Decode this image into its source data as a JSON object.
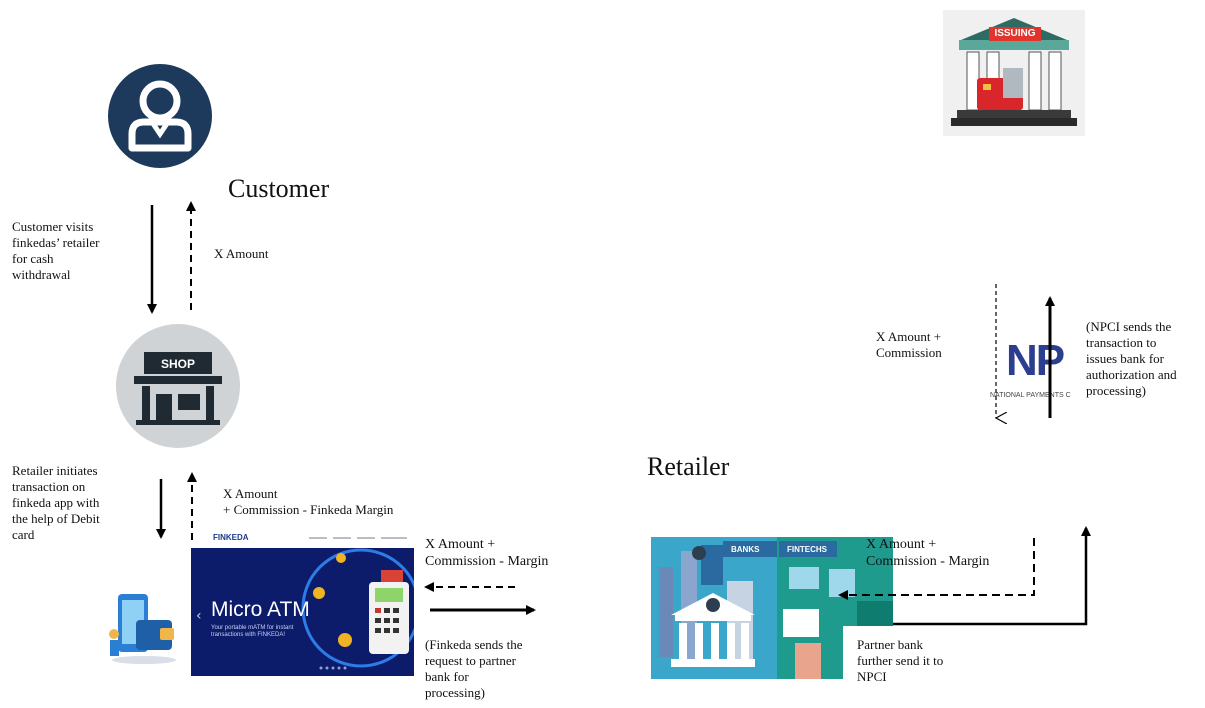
{
  "actors": {
    "customer": "Customer",
    "retailer": "Retailer"
  },
  "notes": {
    "customer_visits": "Customer visits\nfinkedas’ retailer\nfor cash\nwithdrawal",
    "x_amount": "X Amount",
    "retailer_initiates": "Retailer initiates\ntransaction on\nfinkeda app with\nthe help of Debit\ncard",
    "x_amount_finkeda_margin": "X Amount\n+ Commission - Finkeda Margin",
    "x_amount_margin_1": "X Amount +\nCommission - Margin",
    "finkeda_sends": "(Finkeda sends the\nrequest to partner\nbank for\nprocessing)",
    "x_amount_margin_2": "X Amount +\nCommission - Margin",
    "partner_bank": "Partner bank\nfurther send it to\nNPCI",
    "x_amount_commission": "X Amount +\nCommission",
    "npci_sends": "(NPCI sends the\ntransaction to\nissues bank for\nauthorization and\nprocessing)"
  },
  "images": {
    "shop_sign": "SHOP",
    "finkeda_logo": "FINKEDA",
    "finkeda_title": "Micro ATM",
    "finkeda_subtitle": "Your portable mATM for instant transactions with FINKEDA!",
    "banks_label": "BANKS",
    "fintechs_label": "FINTECHS",
    "issuing_label": "ISSUING",
    "npci_letters": "NP",
    "npci_caption": "NATIONAL PAYMENTS C"
  },
  "icons": [
    "customer-avatar-icon",
    "shop-icon",
    "phone-wallet-icon",
    "bank-building-icon",
    "issuing-bank-icon",
    "npci-logo"
  ],
  "colors": {
    "customer_circle": "#1d3a5c",
    "shop_circle": "#cfd3d6",
    "finkeda_bg": "#0d1b6b",
    "banks_bg": "#3aa6c9",
    "issuing_red": "#e0342c",
    "npci_blue": "#2c3e8f"
  }
}
